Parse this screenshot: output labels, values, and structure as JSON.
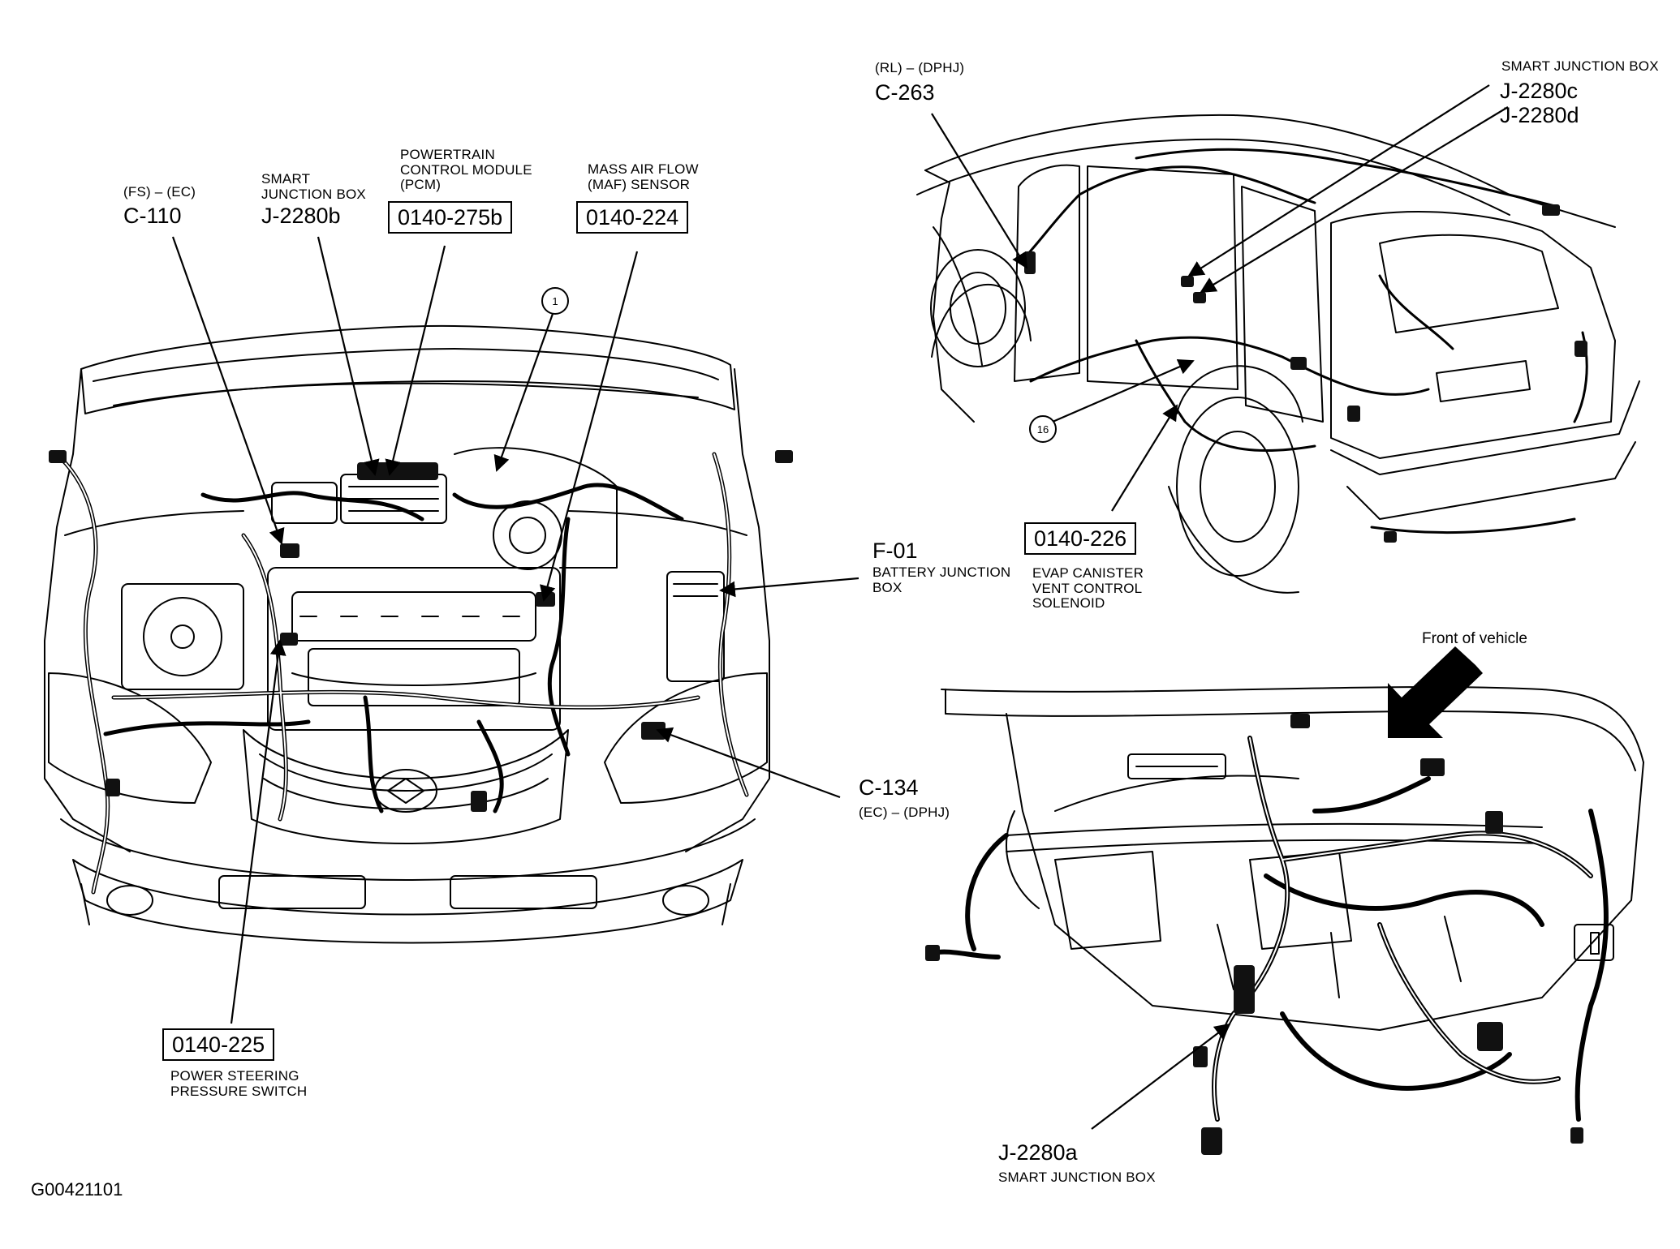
{
  "figure_id": "G00421101",
  "engine_bay": {
    "c110": {
      "sub": "(FS) – (EC)",
      "id": "C-110"
    },
    "j2280b": {
      "desc": [
        "SMART",
        "JUNCTION BOX"
      ],
      "id": "J-2280b"
    },
    "pcm": {
      "desc": [
        "POWERTRAIN",
        "CONTROL MODULE",
        "(PCM)"
      ],
      "ref": "0140-275b"
    },
    "maf": {
      "desc": [
        "MASS AIR FLOW",
        "(MAF) SENSOR"
      ],
      "ref": "0140-224"
    },
    "callout_1": "1",
    "f01": {
      "id": "F-01",
      "desc": [
        "BATTERY JUNCTION",
        "BOX"
      ]
    },
    "c134": {
      "id": "C-134",
      "sub": "(EC) – (DPHJ)"
    },
    "psps": {
      "ref": "0140-225",
      "desc": [
        "POWER STEERING",
        "PRESSURE SWITCH"
      ]
    }
  },
  "rear_view": {
    "c263": {
      "sub": "(RL) – (DPHJ)",
      "id": "C-263"
    },
    "j2280cd": {
      "desc": "SMART JUNCTION BOX",
      "ids": [
        "J-2280c",
        "J-2280d"
      ]
    },
    "callout_16": "16",
    "evap": {
      "ref": "0140-226",
      "desc": [
        "EVAP CANISTER",
        "VENT CONTROL",
        "SOLENOID"
      ]
    }
  },
  "dash_view": {
    "front_label": "Front of vehicle",
    "j2280a": {
      "id": "J-2280a",
      "desc": "SMART JUNCTION BOX"
    }
  }
}
